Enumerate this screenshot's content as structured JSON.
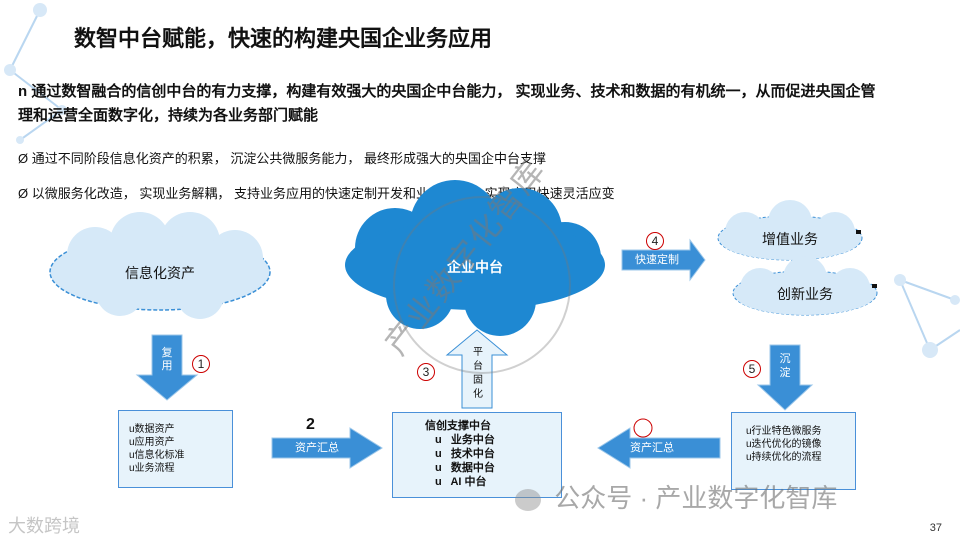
{
  "title": "数智中台赋能，快速的构建央国企业务应用",
  "main_point": {
    "marker": "n",
    "text": "通过数智融合的信创中台的有力支撑，构建有效强大的央国企中台能力， 实现业务、技术和数据的有机统一，从而促进央国企管理和运营全面数字化，持续为各业务部门赋能"
  },
  "sub_points": [
    {
      "marker": "Ø",
      "text": "通过不同阶段信息化资产的积累， 沉淀公共微服务能力， 最终形成强大的央国企中台支撑"
    },
    {
      "marker": "Ø",
      "text": "以微服务化改造， 实现业务解耦， 支持业务应用的快速定制开发和业务创新， 实现应用快速灵活应变"
    }
  ],
  "clouds": {
    "info_assets": "信息化资产",
    "enterprise_platform": "企业中台",
    "value_added": "增值业务",
    "innovation": "创新业务"
  },
  "arrows": {
    "reuse": "复用",
    "asset_collect_left": "资产汇总",
    "asset_collect_right": "资产汇总",
    "platform_solidify": "平台固化",
    "quick_custom": "快速定制",
    "precipitate": "沉淀"
  },
  "steps": {
    "s1": "1",
    "s2": "2",
    "s3": "3",
    "s4": "4",
    "s5": "5"
  },
  "left_box": [
    "u数据资产",
    "u应用资产",
    "u信息化标准",
    "u业务流程"
  ],
  "center_box": {
    "title": "信创支撑中台",
    "items": [
      "u   业务中台",
      "u   技术中台",
      "u   数据中台",
      "u   AI 中台"
    ]
  },
  "right_box": [
    "u行业特色微服务",
    "u迭代优化的镜像",
    "u持续优化的流程"
  ],
  "watermark": {
    "diagonal": "产业数字化智库",
    "footer": "公众号 · 产业数字化智库",
    "logo": "大数跨境"
  },
  "page_number": "37",
  "colors": {
    "accent": "#1e88d2",
    "arrow": "#3a8fd6",
    "box_border": "#4a90d9",
    "box_fill": "#e7f3fb",
    "step_ring": "#cc0000"
  }
}
